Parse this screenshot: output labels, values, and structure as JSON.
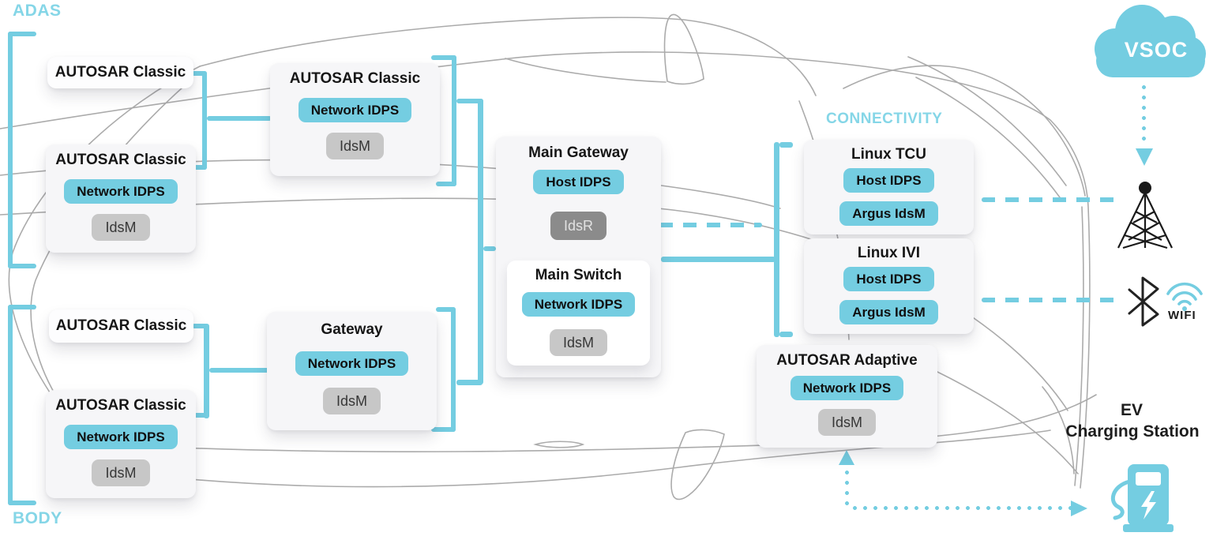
{
  "groups": {
    "adas": "ADAS",
    "body": "BODY",
    "connectivity": "CONNECTIVITY"
  },
  "nodes": {
    "adas_ecu_1": {
      "title": "AUTOSAR Classic",
      "badges": []
    },
    "adas_ecu_2": {
      "title": "AUTOSAR Classic",
      "badges": [
        {
          "label": "Network IDPS",
          "kind": "cyan"
        },
        {
          "label": "IdsM",
          "kind": "gray"
        }
      ]
    },
    "autosar_classic_center": {
      "title": "AUTOSAR Classic",
      "badges": [
        {
          "label": "Network IDPS",
          "kind": "cyan"
        },
        {
          "label": "IdsM",
          "kind": "gray"
        }
      ]
    },
    "body_ecu_1": {
      "title": "AUTOSAR Classic",
      "badges": []
    },
    "body_ecu_2": {
      "title": "AUTOSAR Classic",
      "badges": [
        {
          "label": "Network IDPS",
          "kind": "cyan"
        },
        {
          "label": "IdsM",
          "kind": "gray"
        }
      ]
    },
    "gateway": {
      "title": "Gateway",
      "badges": [
        {
          "label": "Network IDPS",
          "kind": "cyan"
        },
        {
          "label": "IdsM",
          "kind": "gray"
        }
      ]
    },
    "main_gateway": {
      "title": "Main Gateway",
      "badges": [
        {
          "label": "Host IDPS",
          "kind": "cyan"
        },
        {
          "label": "IdsR",
          "kind": "dark"
        }
      ]
    },
    "main_switch": {
      "title": "Main Switch",
      "badges": [
        {
          "label": "Network IDPS",
          "kind": "cyan"
        },
        {
          "label": "IdsM",
          "kind": "gray"
        }
      ]
    },
    "linux_tcu": {
      "title": "Linux TCU",
      "badges": [
        {
          "label": "Host IDPS",
          "kind": "cyan"
        },
        {
          "label": "Argus IdsM",
          "kind": "cyan"
        }
      ]
    },
    "linux_ivi": {
      "title": "Linux IVI",
      "badges": [
        {
          "label": "Host IDPS",
          "kind": "cyan"
        },
        {
          "label": "Argus IdsM",
          "kind": "cyan"
        }
      ]
    },
    "autosar_adaptive": {
      "title": "AUTOSAR Adaptive",
      "badges": [
        {
          "label": "Network IDPS",
          "kind": "cyan"
        },
        {
          "label": "IdsM",
          "kind": "gray"
        }
      ]
    }
  },
  "external": {
    "vsoc": "VSOC",
    "wifi": "WIFI",
    "ev_charging_line1": "EV",
    "ev_charging_line2": "Charging Station"
  },
  "icons": [
    "cloud-icon",
    "cell-tower-icon",
    "bluetooth-icon",
    "wifi-icon",
    "ev-charger-icon",
    "car-outline"
  ],
  "colors": {
    "accent": "#74CDE1",
    "group_label": "#85D6E7",
    "badge_gray": "#C7C7C7",
    "badge_dark": "#8B8B8B",
    "car_outline": "#ABABAB"
  }
}
